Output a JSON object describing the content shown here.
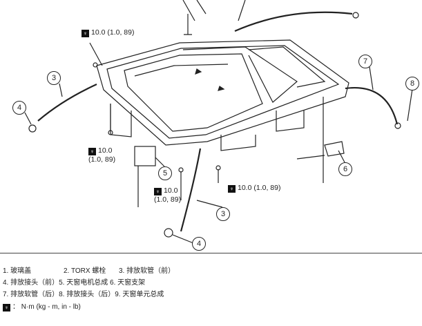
{
  "callouts": {
    "c3a": "3",
    "c4a": "4",
    "c7": "7",
    "c8": "8",
    "c5": "5",
    "c6": "6",
    "c3b": "3",
    "c4b": "4"
  },
  "torque": {
    "value": "10.0",
    "units": "(1.0, 89)",
    "full": "10.0 (1.0, 89)"
  },
  "legend": {
    "row1": [
      "1. 玻璃盖",
      "2. TORX 螺栓",
      "3. 排放软管（前）"
    ],
    "row2": [
      "4. 排放接头（前）",
      "5. 天窗电机总成",
      "6. 天窗支架"
    ],
    "row3": [
      "7. 排放软管（后）",
      "8. 排放接头（后）",
      "9. 天窗单元总成"
    ],
    "unit_note": "： N·m (kg - m, in - lb)"
  }
}
